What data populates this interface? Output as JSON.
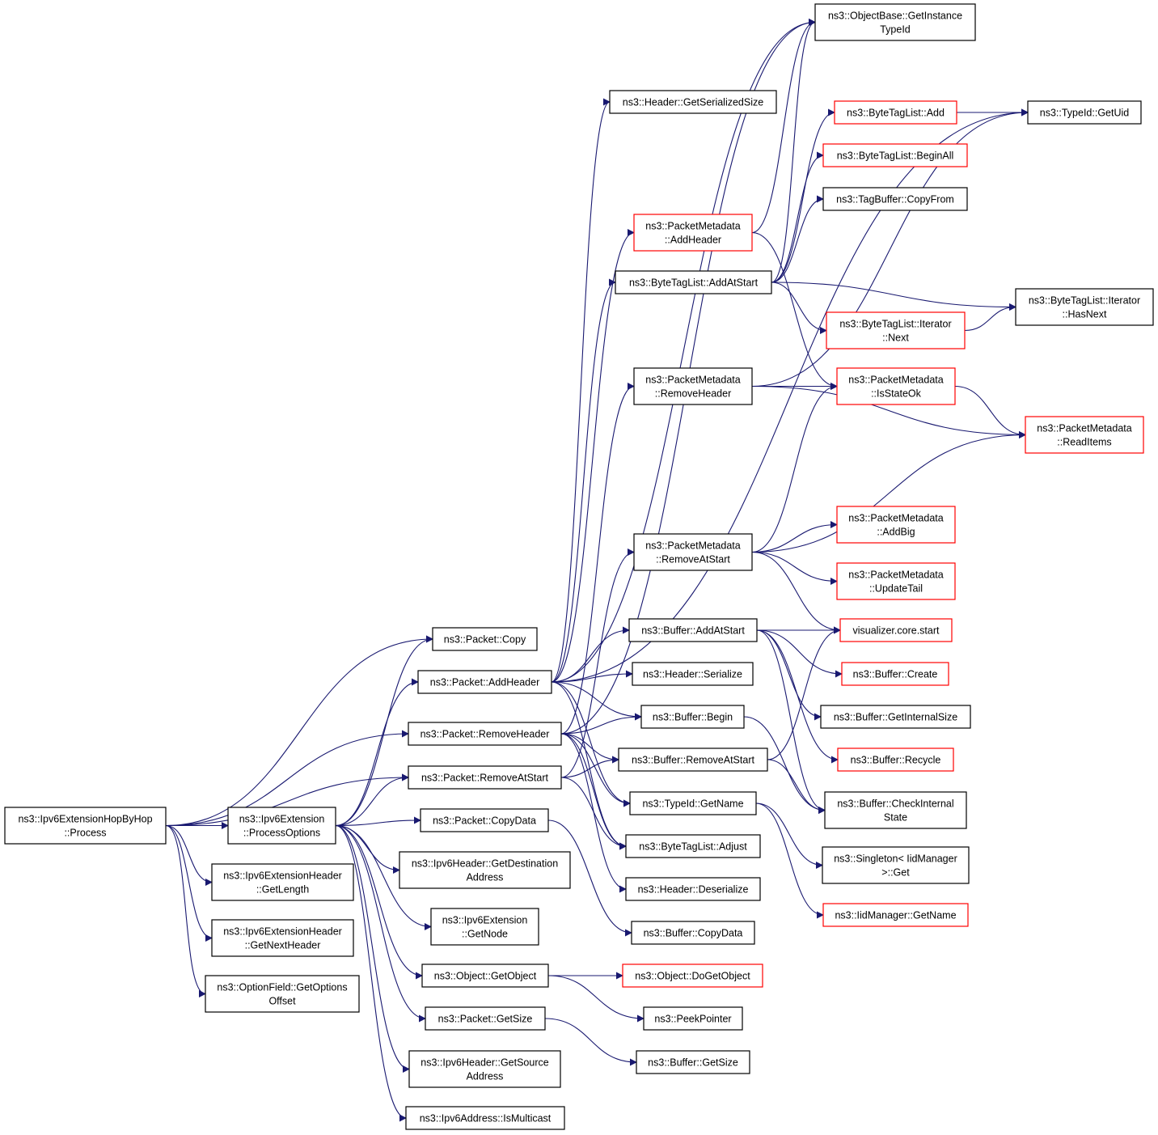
{
  "colors": {
    "edge": "#191970",
    "node_border": "#000000",
    "node_border_truncated": "#ff0000",
    "root_fill": "#bfbfbf",
    "background": "#ffffff"
  },
  "nodes": {
    "root": [
      "ns3::Ipv6ExtensionHopByHop",
      "::Process"
    ],
    "process_options": [
      "ns3::Ipv6Extension",
      "::ProcessOptions"
    ],
    "eh_get_length": [
      "ns3::Ipv6ExtensionHeader",
      "::GetLength"
    ],
    "eh_get_next_header": [
      "ns3::Ipv6ExtensionHeader",
      "::GetNextHeader"
    ],
    "of_get_options_offset": [
      "ns3::OptionField::GetOptions",
      "Offset"
    ],
    "packet_copy": [
      "ns3::Packet::Copy"
    ],
    "packet_add_header": [
      "ns3::Packet::AddHeader"
    ],
    "packet_remove_header": [
      "ns3::Packet::RemoveHeader"
    ],
    "packet_remove_at_start": [
      "ns3::Packet::RemoveAtStart"
    ],
    "packet_copy_data": [
      "ns3::Packet::CopyData"
    ],
    "ipv6h_get_destination": [
      "ns3::Ipv6Header::GetDestination",
      "Address"
    ],
    "ipv6ext_get_node": [
      "ns3::Ipv6Extension",
      "::GetNode"
    ],
    "object_get_object": [
      "ns3::Object::GetObject"
    ],
    "packet_get_size": [
      "ns3::Packet::GetSize"
    ],
    "ipv6h_get_source": [
      "ns3::Ipv6Header::GetSource",
      "Address"
    ],
    "ipv6addr_is_multicast": [
      "ns3::Ipv6Address::IsMulticast"
    ],
    "header_get_serialized_size": [
      "ns3::Header::GetSerializedSize"
    ],
    "pm_add_header": [
      "ns3::PacketMetadata",
      "::AddHeader"
    ],
    "btl_add_at_start": [
      "ns3::ByteTagList::AddAtStart"
    ],
    "pm_remove_header": [
      "ns3::PacketMetadata",
      "::RemoveHeader"
    ],
    "pm_remove_at_start": [
      "ns3::PacketMetadata",
      "::RemoveAtStart"
    ],
    "buffer_add_at_start": [
      "ns3::Buffer::AddAtStart"
    ],
    "header_serialize": [
      "ns3::Header::Serialize"
    ],
    "buffer_begin": [
      "ns3::Buffer::Begin"
    ],
    "buffer_remove_at_start": [
      "ns3::Buffer::RemoveAtStart"
    ],
    "typeid_get_name": [
      "ns3::TypeId::GetName"
    ],
    "btl_adjust": [
      "ns3::ByteTagList::Adjust"
    ],
    "header_deserialize": [
      "ns3::Header::Deserialize"
    ],
    "buffer_copy_data": [
      "ns3::Buffer::CopyData"
    ],
    "object_do_get_object": [
      "ns3::Object::DoGetObject"
    ],
    "peek_pointer": [
      "ns3::PeekPointer"
    ],
    "buffer_get_size": [
      "ns3::Buffer::GetSize"
    ],
    "objectbase_get_instance_typeid": [
      "ns3::ObjectBase::GetInstance",
      "TypeId"
    ],
    "btl_add": [
      "ns3::ByteTagList::Add"
    ],
    "btl_begin_all": [
      "ns3::ByteTagList::BeginAll"
    ],
    "tagbuffer_copy_from": [
      "ns3::TagBuffer::CopyFrom"
    ],
    "btl_iterator_next": [
      "ns3::ByteTagList::Iterator",
      "::Next"
    ],
    "pm_is_state_ok": [
      "ns3::PacketMetadata",
      "::IsStateOk"
    ],
    "pm_add_big": [
      "ns3::PacketMetadata",
      "::AddBig"
    ],
    "pm_update_tail": [
      "ns3::PacketMetadata",
      "::UpdateTail"
    ],
    "visualizer_core_start": [
      "visualizer.core.start"
    ],
    "buffer_create": [
      "ns3::Buffer::Create"
    ],
    "buffer_get_internal_size": [
      "ns3::Buffer::GetInternalSize"
    ],
    "buffer_recycle": [
      "ns3::Buffer::Recycle"
    ],
    "buffer_check_internal_state": [
      "ns3::Buffer::CheckInternal",
      "State"
    ],
    "singleton_iidmanager_get": [
      "ns3::Singleton< IidManager",
      ">::Get"
    ],
    "iidmanager_get_name": [
      "ns3::IidManager::GetName"
    ],
    "typeid_get_uid": [
      "ns3::TypeId::GetUid"
    ],
    "btl_iterator_has_next": [
      "ns3::ByteTagList::Iterator",
      "::HasNext"
    ],
    "pm_read_items": [
      "ns3::PacketMetadata",
      "::ReadItems"
    ]
  },
  "truncated_nodes": [
    "pm_add_header",
    "btl_add",
    "btl_begin_all",
    "btl_iterator_next",
    "pm_is_state_ok",
    "pm_read_items",
    "pm_add_big",
    "pm_update_tail",
    "visualizer_core_start",
    "buffer_create",
    "buffer_recycle",
    "iidmanager_get_name",
    "object_do_get_object"
  ],
  "edges": [
    [
      "root",
      "packet_copy"
    ],
    [
      "root",
      "packet_remove_header"
    ],
    [
      "root",
      "packet_remove_at_start"
    ],
    [
      "root",
      "process_options"
    ],
    [
      "root",
      "eh_get_length"
    ],
    [
      "root",
      "eh_get_next_header"
    ],
    [
      "root",
      "of_get_options_offset"
    ],
    [
      "process_options",
      "packet_copy"
    ],
    [
      "process_options",
      "packet_add_header"
    ],
    [
      "process_options",
      "packet_remove_at_start"
    ],
    [
      "process_options",
      "packet_copy_data"
    ],
    [
      "process_options",
      "ipv6h_get_destination"
    ],
    [
      "process_options",
      "ipv6ext_get_node"
    ],
    [
      "process_options",
      "object_get_object"
    ],
    [
      "process_options",
      "packet_get_size"
    ],
    [
      "process_options",
      "ipv6h_get_source"
    ],
    [
      "process_options",
      "ipv6addr_is_multicast"
    ],
    [
      "packet_add_header",
      "header_get_serialized_size"
    ],
    [
      "packet_add_header",
      "objectbase_get_instance_typeid"
    ],
    [
      "packet_add_header",
      "typeid_get_uid"
    ],
    [
      "packet_add_header",
      "pm_add_header"
    ],
    [
      "packet_add_header",
      "btl_add_at_start"
    ],
    [
      "packet_add_header",
      "buffer_add_at_start"
    ],
    [
      "packet_add_header",
      "header_serialize"
    ],
    [
      "packet_add_header",
      "buffer_begin"
    ],
    [
      "packet_add_header",
      "typeid_get_name"
    ],
    [
      "packet_add_header",
      "btl_adjust"
    ],
    [
      "packet_remove_header",
      "objectbase_get_instance_typeid"
    ],
    [
      "packet_remove_header",
      "pm_remove_header"
    ],
    [
      "packet_remove_header",
      "buffer_begin"
    ],
    [
      "packet_remove_header",
      "buffer_remove_at_start"
    ],
    [
      "packet_remove_header",
      "typeid_get_name"
    ],
    [
      "packet_remove_header",
      "btl_adjust"
    ],
    [
      "packet_remove_header",
      "header_deserialize"
    ],
    [
      "packet_remove_at_start",
      "pm_remove_at_start"
    ],
    [
      "packet_remove_at_start",
      "buffer_remove_at_start"
    ],
    [
      "packet_remove_at_start",
      "btl_adjust"
    ],
    [
      "packet_copy_data",
      "buffer_copy_data"
    ],
    [
      "object_get_object",
      "object_do_get_object"
    ],
    [
      "object_get_object",
      "peek_pointer"
    ],
    [
      "packet_get_size",
      "buffer_get_size"
    ],
    [
      "pm_add_header",
      "objectbase_get_instance_typeid"
    ],
    [
      "pm_add_header",
      "pm_is_state_ok"
    ],
    [
      "btl_add_at_start",
      "btl_add"
    ],
    [
      "btl_add_at_start",
      "btl_begin_all"
    ],
    [
      "btl_add_at_start",
      "tagbuffer_copy_from"
    ],
    [
      "btl_add_at_start",
      "btl_iterator_next"
    ],
    [
      "btl_add_at_start",
      "btl_iterator_has_next"
    ],
    [
      "btl_add_at_start",
      "objectbase_get_instance_typeid"
    ],
    [
      "pm_remove_header",
      "pm_is_state_ok"
    ],
    [
      "pm_remove_header",
      "pm_read_items"
    ],
    [
      "pm_remove_header",
      "typeid_get_uid"
    ],
    [
      "pm_remove_at_start",
      "pm_is_state_ok"
    ],
    [
      "pm_remove_at_start",
      "pm_read_items"
    ],
    [
      "pm_remove_at_start",
      "pm_add_big"
    ],
    [
      "pm_remove_at_start",
      "pm_update_tail"
    ],
    [
      "pm_remove_at_start",
      "visualizer_core_start"
    ],
    [
      "buffer_add_at_start",
      "visualizer_core_start"
    ],
    [
      "buffer_add_at_start",
      "buffer_create"
    ],
    [
      "buffer_add_at_start",
      "buffer_get_internal_size"
    ],
    [
      "buffer_add_at_start",
      "buffer_recycle"
    ],
    [
      "buffer_add_at_start",
      "buffer_check_internal_state"
    ],
    [
      "buffer_begin",
      "buffer_check_internal_state"
    ],
    [
      "buffer_remove_at_start",
      "visualizer_core_start"
    ],
    [
      "buffer_remove_at_start",
      "buffer_check_internal_state"
    ],
    [
      "typeid_get_name",
      "singleton_iidmanager_get"
    ],
    [
      "typeid_get_name",
      "iidmanager_get_name"
    ],
    [
      "btl_add",
      "typeid_get_uid"
    ],
    [
      "btl_iterator_next",
      "btl_iterator_has_next"
    ],
    [
      "pm_is_state_ok",
      "pm_read_items"
    ]
  ]
}
